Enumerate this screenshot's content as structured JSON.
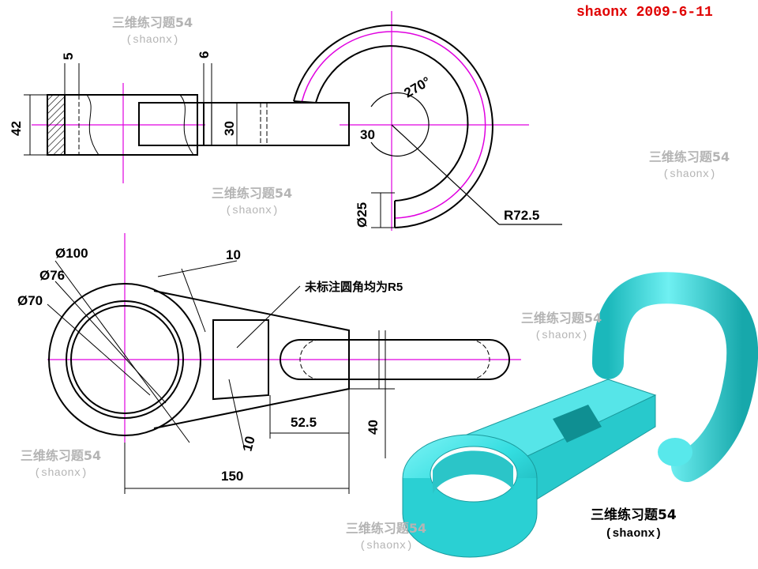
{
  "header": {
    "author_date": "shaonx  2009-6-11"
  },
  "watermark": {
    "title": "三维练习题54",
    "author": "(shaonx)"
  },
  "caption": {
    "title": "三维练习题54",
    "author": "(shaonx)"
  },
  "note": "未标注圆角均为R5",
  "dims": {
    "d5": "5",
    "d6": "6",
    "d42": "42",
    "d30v": "30",
    "d30h": "30",
    "a270": "270°",
    "d25": "Ø25",
    "r72": "R72.5",
    "d100": "Ø100",
    "d76": "Ø76",
    "d70": "Ø70",
    "d10a": "10",
    "d10b": "10",
    "d52": "52.5",
    "d40": "40",
    "d150": "150"
  },
  "colors": {
    "centerline": "#e000e0",
    "solid": "#33dde0",
    "header": "#e00000",
    "watermark": "#b4b4b4"
  }
}
